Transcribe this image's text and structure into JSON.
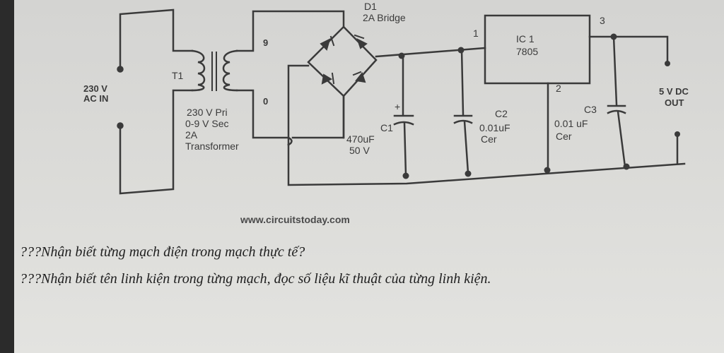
{
  "diagram": {
    "transformer_label": "T1",
    "ac_input_label_1": "230 V",
    "ac_input_label_2": "AC  IN",
    "tap_9": "9",
    "tap_0": "0",
    "transformer_spec_1": "230 V Pri",
    "transformer_spec_2": "0-9  V Sec",
    "transformer_spec_3": "2A",
    "transformer_spec_4": "Transformer",
    "bridge_label_1": "D1",
    "bridge_label_2": "2A Bridge",
    "pin_1": "1",
    "pin_2": "2",
    "pin_3": "3",
    "ic_label_1": "IC 1",
    "ic_label_2": "7805",
    "c1_label_1": "C1",
    "c1_label_2": "470uF",
    "c1_label_3": "50 V",
    "c1_plus": "+",
    "c2_label_1": "C2",
    "c2_label_2": "0.01uF",
    "c2_label_3": "Cer",
    "c3_label_1": "C3",
    "c3_label_2": "0.01 uF",
    "c3_label_3": "Cer",
    "output_label_1": "5 V DC",
    "output_label_2": "OUT",
    "website": "www.circuitstoday.com"
  },
  "questions": [
    "???Nhận biết từng mạch điện trong mạch thực tế?",
    "???Nhận biết tên linh kiện trong từng mạch, đọc số liệu kĩ thuật của từng linh kiện."
  ]
}
